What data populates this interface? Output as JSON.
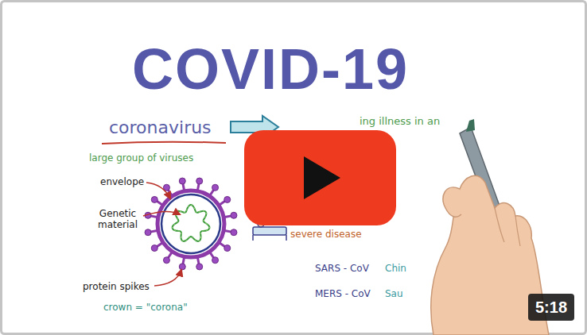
{
  "diagram": {
    "title": "COVID-19",
    "nodes": [
      {
        "text": [
          "5:18"
        ]
      }
    ],
    "labels": [
      "coronavirus",
      "ing illness in an",
      "large group of viruses",
      "envelope",
      "Genetic material",
      "protein spikes",
      "crown = \"corona\"",
      "severe disease",
      "SARS - CoV",
      "Chin",
      "MERS - CoV",
      "Sau"
    ]
  }
}
